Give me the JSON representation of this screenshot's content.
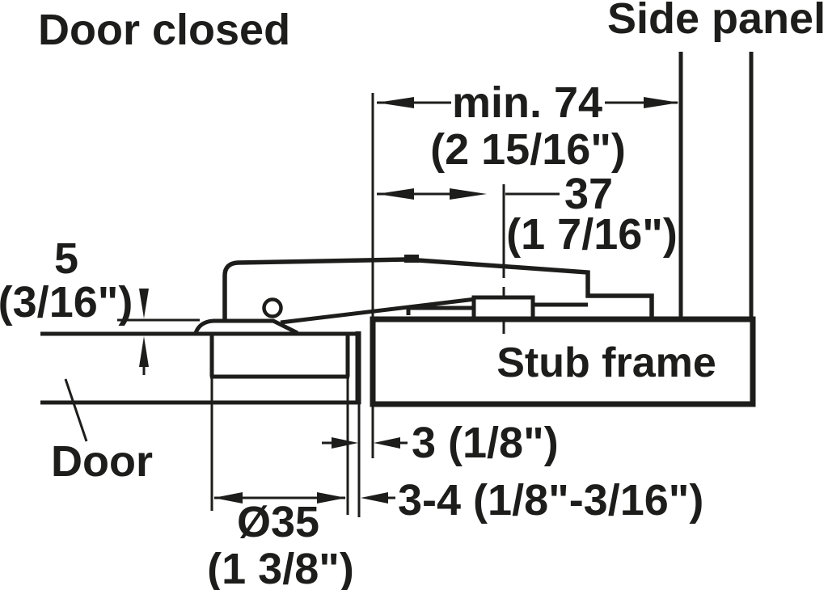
{
  "titles": {
    "left": "Door closed",
    "right": "Side panel"
  },
  "labels": {
    "door": "Door",
    "stub_frame": "Stub frame"
  },
  "dimensions": {
    "min_clearance": {
      "metric": "min. 74",
      "imperial": "(2 15/16\")"
    },
    "hole_line_to_frame": {
      "metric": "37",
      "imperial": "(1 7/16\")"
    },
    "protrusion": {
      "metric": "5",
      "imperial": "(3/16\")"
    },
    "door_to_frame_gap": {
      "metric": "3 (1/8\")"
    },
    "cup_to_door_edge": {
      "metric": "3-4 (1/8\"-3/16\")"
    },
    "cup_bore": {
      "metric": "Ø35",
      "imperial": "(1 3/8\")"
    }
  },
  "colors": {
    "line": "#1d1d1b",
    "background": "#ffffff"
  }
}
